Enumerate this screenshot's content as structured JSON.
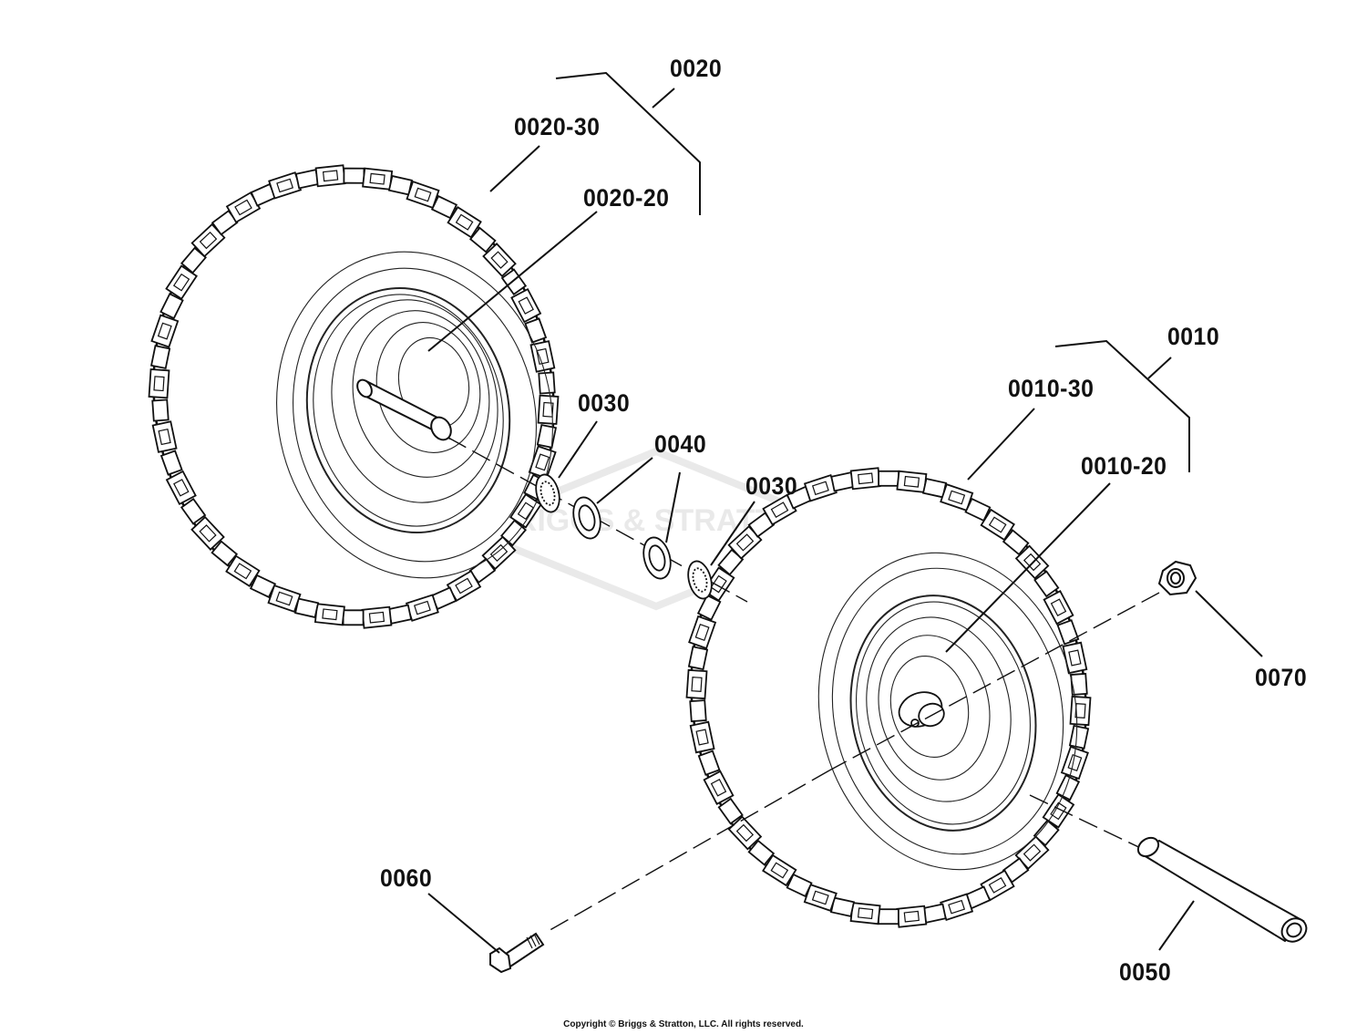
{
  "watermark": {
    "brand": "BRIGGS & STRATTON"
  },
  "callouts": [
    {
      "id": "0020",
      "text": "0020"
    },
    {
      "id": "0020-30",
      "text": "0020-30"
    },
    {
      "id": "0020-20",
      "text": "0020-20"
    },
    {
      "id": "0030-a",
      "text": "0030"
    },
    {
      "id": "0040",
      "text": "0040"
    },
    {
      "id": "0030-b",
      "text": "0030"
    },
    {
      "id": "0010",
      "text": "0010"
    },
    {
      "id": "0010-30",
      "text": "0010-30"
    },
    {
      "id": "0010-20",
      "text": "0010-20"
    },
    {
      "id": "0070",
      "text": "0070"
    },
    {
      "id": "0060",
      "text": "0060"
    },
    {
      "id": "0050",
      "text": "0050"
    }
  ],
  "copyright": "Copyright © Briggs & Stratton, LLC. All rights reserved."
}
